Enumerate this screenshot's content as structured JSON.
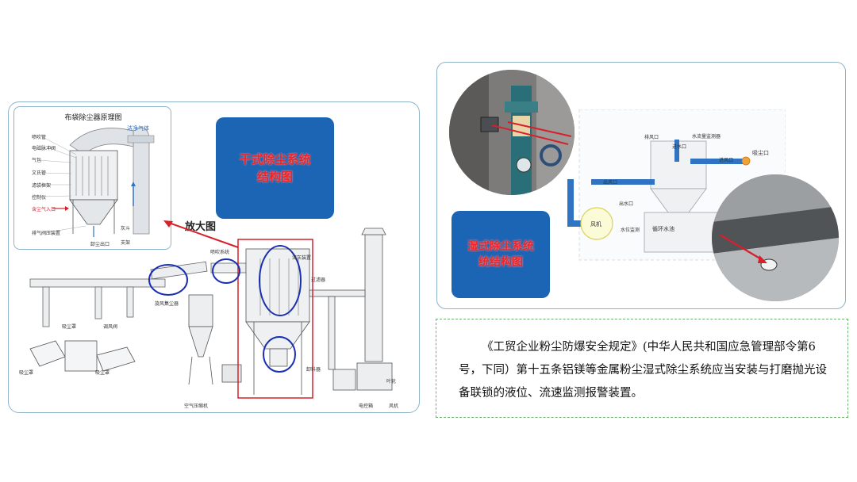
{
  "left_panel": {
    "inset_title": "布袋除尘器原理图",
    "inset_labels": {
      "clean_gas": "洁净气体",
      "dusty_gas_inlet": "含尘气入口",
      "pulse_valve": "电磁脉冲阀",
      "nozzle_pipe": "喷吹管",
      "air_bag": "气包",
      "venturi": "文氏管",
      "filter_bag": "滤袋框架",
      "controller": "控制仪",
      "ash_valve": "排气阀压装置",
      "ash_outlet": "卸尘出口",
      "frame": "支架",
      "ash_hopper": "灰斗"
    },
    "dry_card_title": "干式除尘系统\n结构图",
    "zoom_label": "放大图",
    "machine_labels": {
      "hood1": "吸尘罩",
      "hood2": "吸尘罩",
      "hood3": "吸尘罩",
      "valve": "调风阀",
      "cyclone": "旋风集尘器",
      "compressor": "空气压缩机",
      "blow": "喷吹系统",
      "filter": "过滤器",
      "fan_wheel": "叶轮",
      "control_box": "电控箱",
      "fan": "风机",
      "ash_box": "卸料器",
      "bag_cleaner": "清灰装置"
    }
  },
  "right_panel": {
    "wet_card_title": "湿式除尘系统\n统结构图",
    "labels": {
      "flow_monitor": "水流量监测器",
      "inlet_water": "进水口",
      "exhaust": "排风口",
      "outlet_gas": "进风口",
      "suction": "吸尘口",
      "water_out": "出风口",
      "water_outlet": "出水口",
      "level_monitor": "水位监测",
      "pool": "循环水池",
      "fan": "风机"
    }
  },
  "note": "《工贸企业粉尘防爆安全规定》(中华人民共和国应急管理部令第6号，下同）第十五条铝镁等金属粉尘湿式除尘系统应当安装与打磨抛光设备联锁的液位、流速监测报警装置。",
  "colors": {
    "card_blue": "#1c64b4",
    "card_text_red": "#e8262b",
    "panel_border": "#8fb3c8",
    "note_border": "#6db36d",
    "highlight_red": "#d6202a",
    "circle_blue": "#1a2fb0",
    "pipe_blue": "#2f73c2"
  }
}
